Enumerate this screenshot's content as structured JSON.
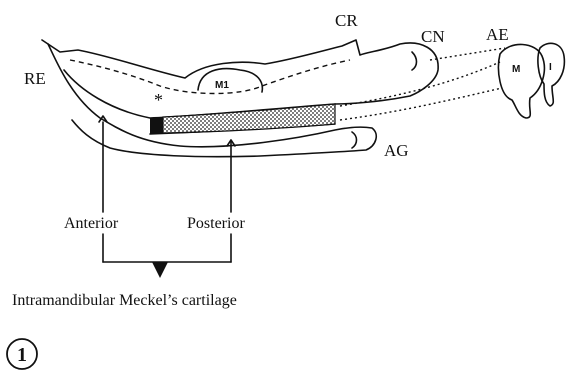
{
  "labels": {
    "re": "RE",
    "cr": "CR",
    "cn": "CN",
    "ae": "AE",
    "ag": "AG",
    "m1": "M1",
    "m": "M",
    "i": "I",
    "asterisk": "*",
    "anterior": "Anterior",
    "posterior": "Posterior",
    "caption": "Intramandibular Meckel’s cartilage",
    "panel_number": "1"
  }
}
